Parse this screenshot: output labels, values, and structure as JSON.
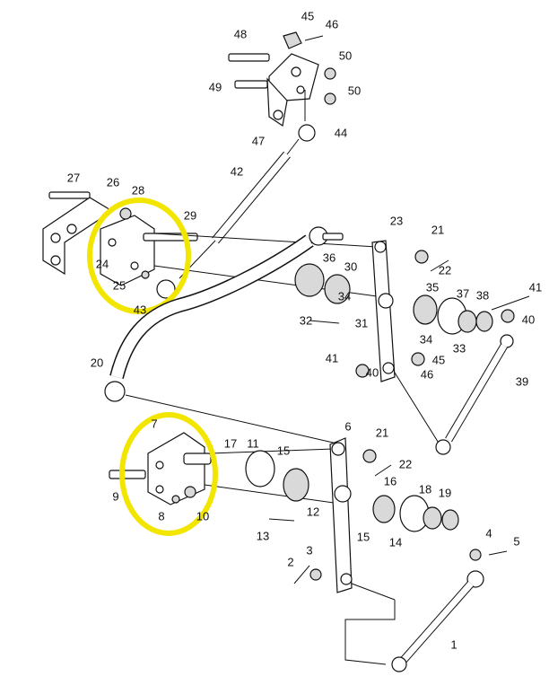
{
  "colors": {
    "highlight": "#f2e600",
    "ink": "#111111",
    "shade": "#d9d9d9"
  },
  "callouts": [
    {
      "id": "c45",
      "text": "45"
    },
    {
      "id": "c46t",
      "text": "46"
    },
    {
      "id": "c48",
      "text": "48"
    },
    {
      "id": "c50a",
      "text": "50"
    },
    {
      "id": "c49",
      "text": "49"
    },
    {
      "id": "c50b",
      "text": "50"
    },
    {
      "id": "c47",
      "text": "47"
    },
    {
      "id": "c44",
      "text": "44"
    },
    {
      "id": "c42",
      "text": "42"
    },
    {
      "id": "c27",
      "text": "27"
    },
    {
      "id": "c26",
      "text": "26"
    },
    {
      "id": "c28",
      "text": "28"
    },
    {
      "id": "c29",
      "text": "29"
    },
    {
      "id": "c24",
      "text": "24"
    },
    {
      "id": "c25",
      "text": "25"
    },
    {
      "id": "c43",
      "text": "43"
    },
    {
      "id": "c23",
      "text": "23"
    },
    {
      "id": "c21a",
      "text": "21"
    },
    {
      "id": "c22a",
      "text": "22"
    },
    {
      "id": "c36",
      "text": "36"
    },
    {
      "id": "c30",
      "text": "30"
    },
    {
      "id": "c34a",
      "text": "34"
    },
    {
      "id": "c35",
      "text": "35"
    },
    {
      "id": "c37",
      "text": "37"
    },
    {
      "id": "c38",
      "text": "38"
    },
    {
      "id": "c41a",
      "text": "41"
    },
    {
      "id": "c32",
      "text": "32"
    },
    {
      "id": "c31",
      "text": "31"
    },
    {
      "id": "c34b",
      "text": "34"
    },
    {
      "id": "c33",
      "text": "33"
    },
    {
      "id": "c40a",
      "text": "40"
    },
    {
      "id": "c20",
      "text": "20"
    },
    {
      "id": "c41b",
      "text": "41"
    },
    {
      "id": "c45b",
      "text": "45"
    },
    {
      "id": "c40b",
      "text": "40"
    },
    {
      "id": "c46b",
      "text": "46"
    },
    {
      "id": "c39",
      "text": "39"
    },
    {
      "id": "c7",
      "text": "7"
    },
    {
      "id": "c6",
      "text": "6"
    },
    {
      "id": "c17",
      "text": "17"
    },
    {
      "id": "c11",
      "text": "11"
    },
    {
      "id": "c15a",
      "text": "15"
    },
    {
      "id": "c21b",
      "text": "21"
    },
    {
      "id": "c22b",
      "text": "22"
    },
    {
      "id": "c16",
      "text": "16"
    },
    {
      "id": "c9",
      "text": "9"
    },
    {
      "id": "c8",
      "text": "8"
    },
    {
      "id": "c10",
      "text": "10"
    },
    {
      "id": "c12",
      "text": "12"
    },
    {
      "id": "c13",
      "text": "13"
    },
    {
      "id": "c18",
      "text": "18"
    },
    {
      "id": "c19",
      "text": "19"
    },
    {
      "id": "c15b",
      "text": "15"
    },
    {
      "id": "c14",
      "text": "14"
    },
    {
      "id": "c4",
      "text": "4"
    },
    {
      "id": "c5",
      "text": "5"
    },
    {
      "id": "c2",
      "text": "2"
    },
    {
      "id": "c3",
      "text": "3"
    },
    {
      "id": "c1",
      "text": "1"
    }
  ]
}
